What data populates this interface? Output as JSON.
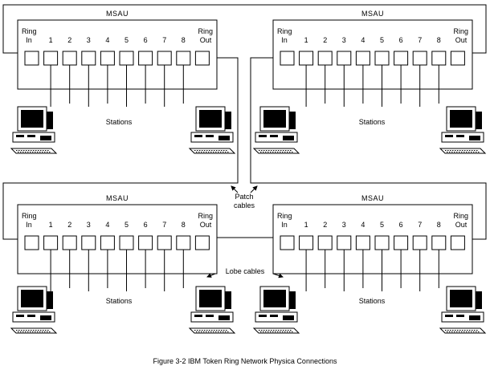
{
  "figure": {
    "caption": "Figure 3-2 IBM Token Ring Network Physica Connections"
  },
  "units": [
    {
      "title": "MSAU",
      "ring_in_line1": "Ring",
      "ring_in_line2": "In",
      "ports": [
        "1",
        "2",
        "3",
        "4",
        "5",
        "6",
        "7",
        "8"
      ],
      "ring_out_line1": "Ring",
      "ring_out_line2": "Out",
      "stations_label": "Stations"
    },
    {
      "title": "MSAU",
      "ring_in_line1": "Ring",
      "ring_in_line2": "In",
      "ports": [
        "1",
        "2",
        "3",
        "4",
        "5",
        "6",
        "7",
        "8"
      ],
      "ring_out_line1": "Ring",
      "ring_out_line2": "Out",
      "stations_label": "Stations"
    },
    {
      "title": "MSAU",
      "ring_in_line1": "Ring",
      "ring_in_line2": "In",
      "ports": [
        "1",
        "2",
        "3",
        "4",
        "5",
        "6",
        "7",
        "8"
      ],
      "ring_out_line1": "Ring",
      "ring_out_line2": "Out",
      "stations_label": "Stations"
    },
    {
      "title": "MSAU",
      "ring_in_line1": "Ring",
      "ring_in_line2": "In",
      "ports": [
        "1",
        "2",
        "3",
        "4",
        "5",
        "6",
        "7",
        "8"
      ],
      "ring_out_line1": "Ring",
      "ring_out_line2": "Out",
      "stations_label": "Stations"
    }
  ],
  "labels": {
    "patch_line1": "Patch",
    "patch_line2": "cables",
    "lobe": "Lobe cables"
  },
  "icons": {
    "workstation": "desktop-computer-icon"
  }
}
